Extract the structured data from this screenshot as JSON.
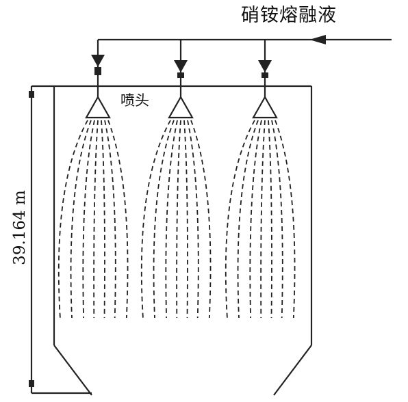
{
  "labels": {
    "feed": "硝铵熔融液",
    "nozzle": "喷头",
    "height": "39.164 m"
  },
  "diagram": {
    "nozzle_count": 3,
    "spray_lines_per_nozzle": 7,
    "line_color": "#222222"
  }
}
